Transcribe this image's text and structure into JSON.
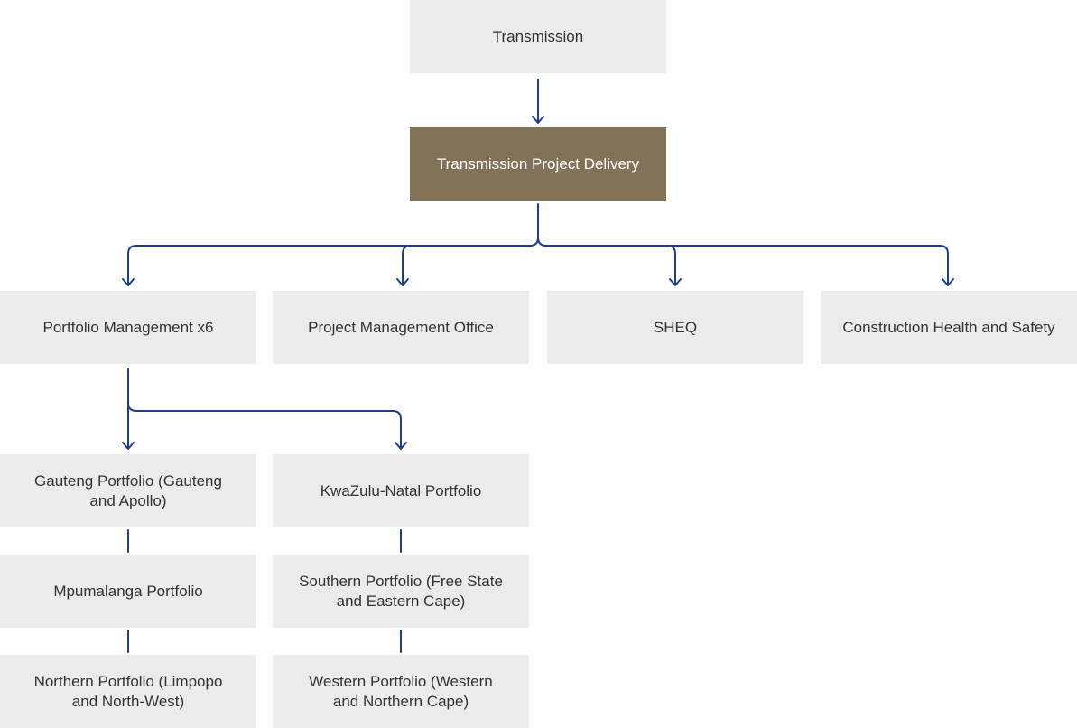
{
  "colors": {
    "box_default": "#ebebeb",
    "box_highlight": "#827358",
    "connector": "#1c3f8c",
    "text_default": "#333333",
    "text_highlight": "#ffffff"
  },
  "chart": {
    "nodes": {
      "transmission": "Transmission",
      "project_delivery": "Transmission Project Delivery",
      "portfolio_management": "Portfolio Management x6",
      "pmo": "Project Management Office",
      "sheq": "SHEQ",
      "construction_hs": "Construction Health and Safety",
      "gauteng": "Gauteng Portfolio (Gauteng and Apollo)",
      "mpumalanga": "Mpumalanga Portfolio",
      "northern": "Northern Portfolio (Limpopo and North-West)",
      "kzn": "KwaZulu-Natal Portfolio",
      "southern": "Southern Portfolio (Free State and Eastern Cape)",
      "western": "Western Portfolio (Western and Northern Cape)"
    }
  }
}
